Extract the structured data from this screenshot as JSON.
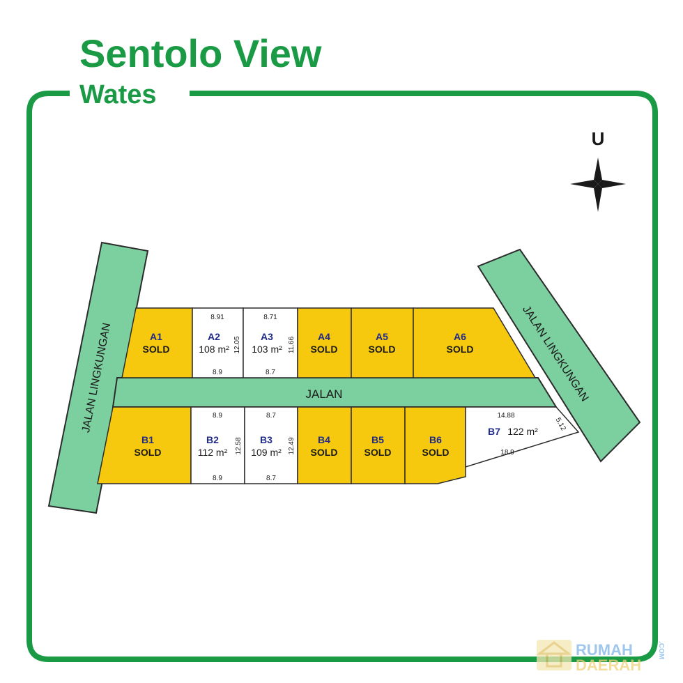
{
  "header": {
    "title": "Sentolo View",
    "subtitle": "Wates"
  },
  "compass": {
    "north_label": "U"
  },
  "roads": {
    "main": "JALAN",
    "left": "JALAN LINGKUNGAN",
    "right": "JALAN LINGKUNGAN"
  },
  "sold_text": "SOLD",
  "lots_top": [
    {
      "id": "A1",
      "status": "SOLD"
    },
    {
      "id": "A2",
      "area": "108 m²",
      "top": "8.91",
      "bottom": "8.9",
      "side": "12.05"
    },
    {
      "id": "A3",
      "area": "103 m²",
      "top": "8.71",
      "bottom": "8.7",
      "side": "11.66"
    },
    {
      "id": "A4",
      "status": "SOLD"
    },
    {
      "id": "A5",
      "status": "SOLD"
    },
    {
      "id": "A6",
      "status": "SOLD"
    }
  ],
  "lots_bottom": [
    {
      "id": "B1",
      "status": "SOLD"
    },
    {
      "id": "B2",
      "area": "112 m²",
      "top": "8.9",
      "bottom": "8.9",
      "side": "12.58"
    },
    {
      "id": "B3",
      "area": "109 m²",
      "top": "8.7",
      "bottom": "8.7",
      "side": "12.49"
    },
    {
      "id": "B4",
      "status": "SOLD"
    },
    {
      "id": "B5",
      "status": "SOLD"
    },
    {
      "id": "B6",
      "status": "SOLD"
    },
    {
      "id": "B7",
      "area": "122 m²",
      "top": "14.88",
      "bottom": "18.9",
      "side": "5.12"
    }
  ],
  "watermark": {
    "brand_top": "RUMAH",
    "brand_bottom": "DAERAH",
    "brand_suffix": ".COM"
  },
  "colors": {
    "brand_green": "#1a9a44",
    "road_green": "#7ccf9f",
    "sold_yellow": "#f6c90e",
    "available": "#ffffff",
    "label_blue": "#1f2a8a"
  }
}
